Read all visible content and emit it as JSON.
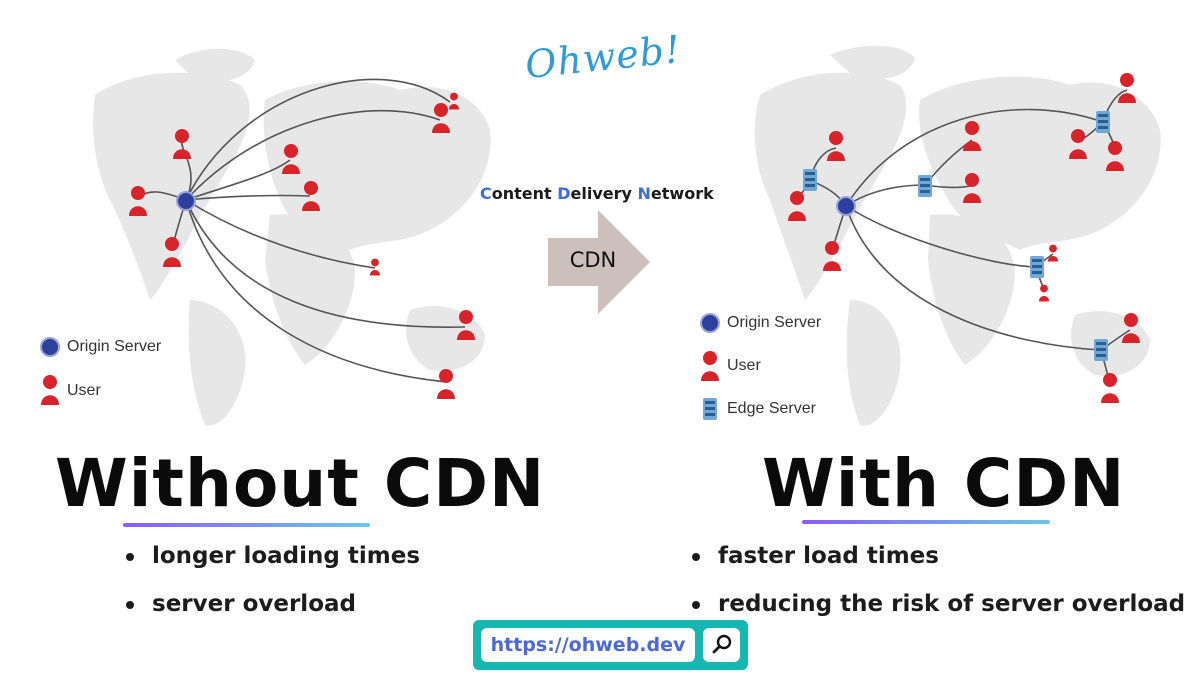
{
  "logo": {
    "text": "Ohweb!"
  },
  "center": {
    "network_parts": [
      {
        "initial": "C",
        "rest": "ontent "
      },
      {
        "initial": "D",
        "rest": "elivery "
      },
      {
        "initial": "N",
        "rest": "etwork"
      }
    ],
    "arrow_label": "CDN"
  },
  "left": {
    "legend": [
      {
        "icon": "origin-server-icon",
        "label": "Origin Server"
      },
      {
        "icon": "user-icon",
        "label": "User"
      }
    ],
    "heading": "Without CDN",
    "bullets": [
      "longer loading times",
      "server overload"
    ]
  },
  "right": {
    "legend": [
      {
        "icon": "origin-server-icon",
        "label": "Origin Server"
      },
      {
        "icon": "user-icon",
        "label": "User"
      },
      {
        "icon": "edge-server-icon",
        "label": "Edge Server"
      }
    ],
    "heading": "With CDN",
    "bullets": [
      "faster load times",
      "reducing the risk of server overload"
    ]
  },
  "footer": {
    "url": "https://ohweb.dev",
    "search_icon": "search-icon"
  },
  "colors": {
    "user_red": "#d8232a",
    "origin_blue": "#2f3f9e",
    "edge_blue": "#6fa8d6",
    "map_gray": "#e7e7e7",
    "link_line": "#555555",
    "accent_teal": "#14b8b0",
    "underline_gradient": [
      "#8b5cf6",
      "#6cc6e8"
    ]
  }
}
